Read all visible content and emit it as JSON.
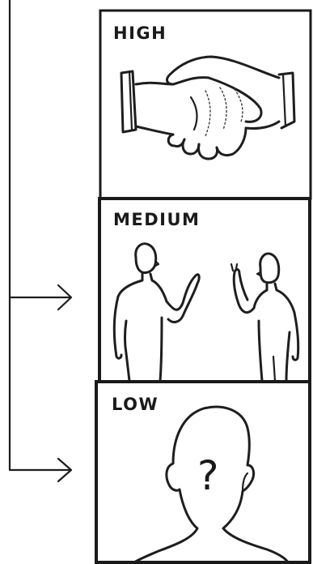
{
  "panels": [
    {
      "label": "HIGH",
      "illustration": "handshake"
    },
    {
      "label": "MEDIUM",
      "illustration": "two-people-talking"
    },
    {
      "label": "LOW",
      "illustration": "unknown-person"
    }
  ],
  "low_panel": {
    "symbol": "?"
  },
  "connectors": [
    {
      "target": "MEDIUM",
      "icon": "arrow-right-icon"
    },
    {
      "target": "LOW",
      "icon": "arrow-right-icon"
    }
  ]
}
